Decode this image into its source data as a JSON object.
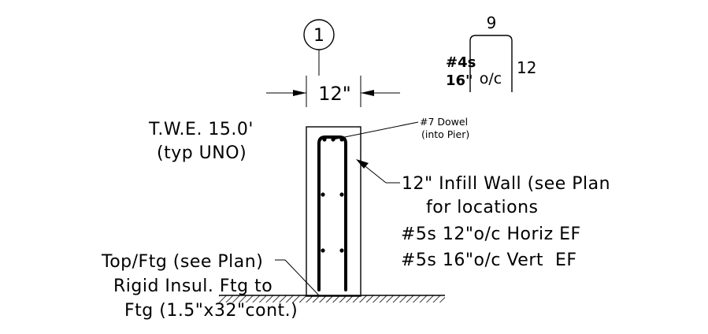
{
  "section_marker": "1",
  "wall_width_dim": "12\"",
  "bar_bend_shape": {
    "bar": "#4s",
    "spacing": "16\"",
    "top_dim": "9",
    "side_dim": "12",
    "inside_label": "o/c"
  },
  "twe": {
    "line1": "T.W.E. 15.0'",
    "line2": "(typ UNO)"
  },
  "dowel": {
    "line1": "#7 Dowel",
    "line2": "(into Pier)"
  },
  "infill_note": {
    "line1": "12\" Infill Wall (see Plan",
    "line2": "for locations",
    "line3": "#5s 12\"o/c Horiz EF",
    "line4": "#5s 16\"o/c Vert  EF"
  },
  "footing_note": {
    "line1": "Top/Ftg (see Plan)",
    "line2": "Rigid Insul. Ftg to",
    "line3": "Ftg (1.5\"x32\"cont.)"
  }
}
